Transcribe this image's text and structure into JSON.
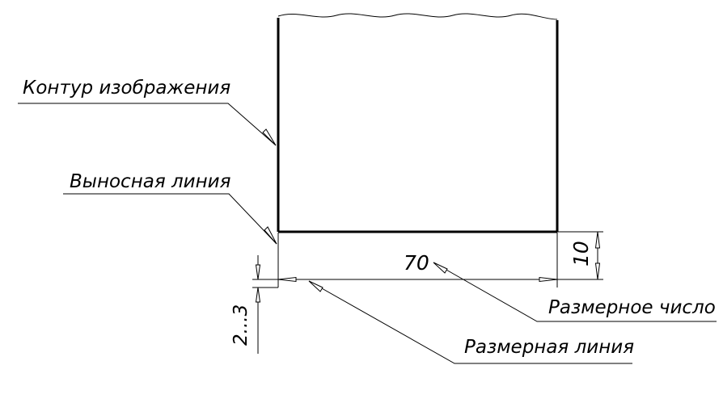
{
  "labels": {
    "contour": "Контур изображения",
    "extension_line": "Выносная линия",
    "dimension_number": "Размерное число",
    "dimension_line": "Размерная линия"
  },
  "dimensions": {
    "width": "70",
    "height": "10",
    "offset": "2...3"
  },
  "colors": {
    "line": "#000000",
    "background": "#ffffff"
  }
}
